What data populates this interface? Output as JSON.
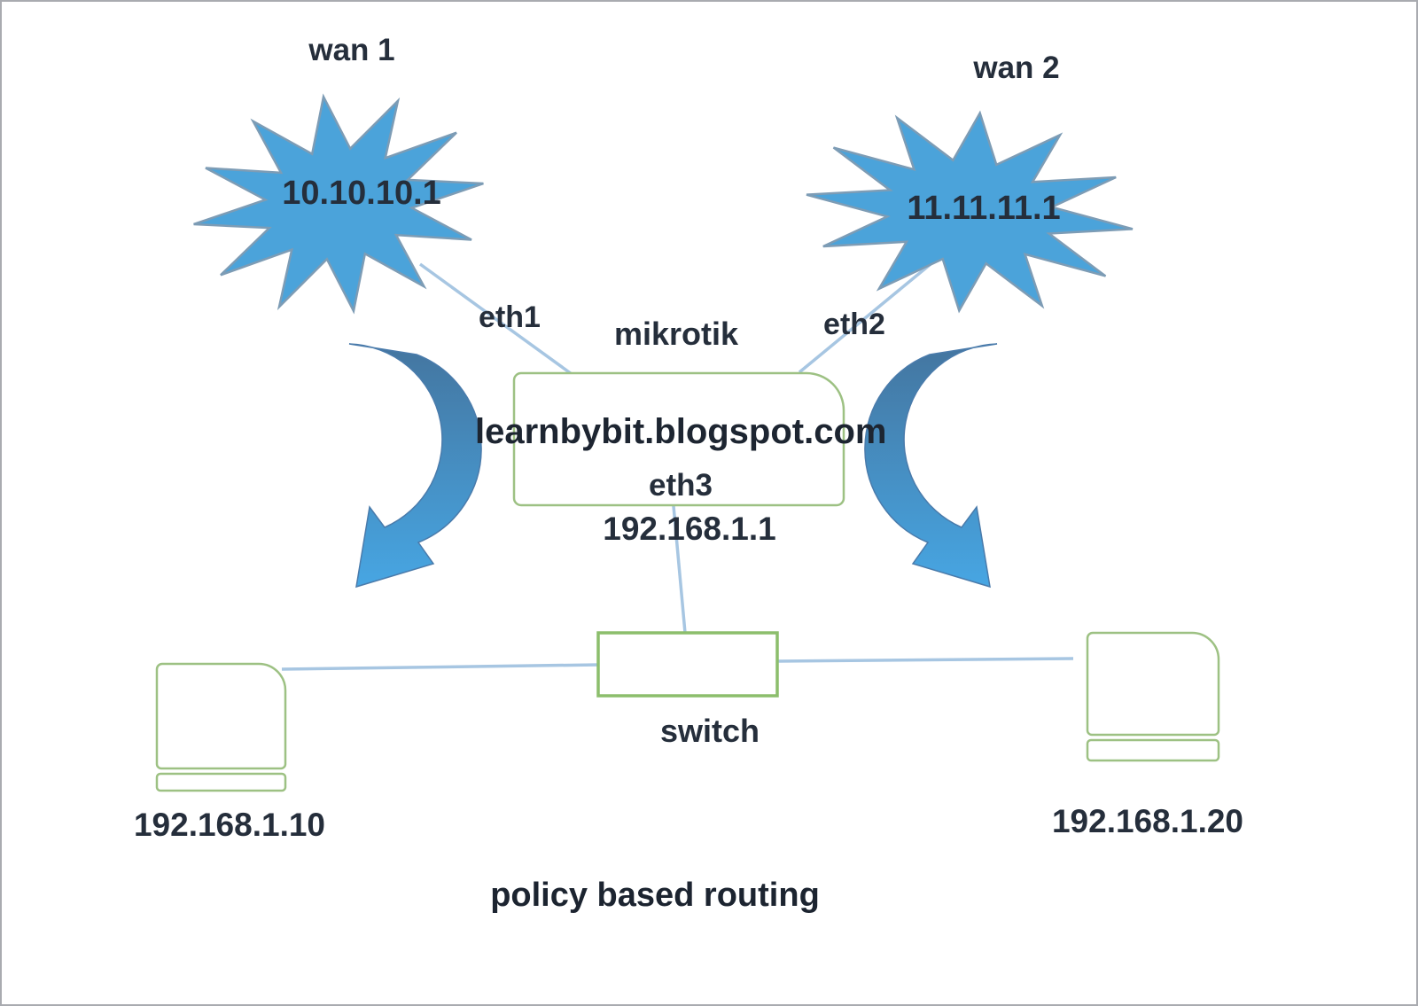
{
  "diagram_title": "policy based routing",
  "nodes": {
    "wan1": {
      "label": "wan 1",
      "ip": "10.10.10.1"
    },
    "wan2": {
      "label": "wan 2",
      "ip": "11.11.11.1"
    },
    "router": {
      "label": "mikrotik",
      "hostname": "learnbybit.blogspot.com",
      "interfaces": {
        "eth1": "eth1",
        "eth2": "eth2",
        "eth3": "eth3"
      },
      "lan_ip": "192.168.1.1"
    },
    "switch": {
      "label": "switch"
    },
    "pc_left": {
      "ip": "192.168.1.10"
    },
    "pc_right": {
      "ip": "192.168.1.20"
    }
  },
  "icons": {
    "wan1": "starburst-cloud-icon",
    "wan2": "starburst-cloud-icon",
    "left_arrow": "curved-arrow-down-left-icon",
    "right_arrow": "curved-arrow-down-right-icon",
    "pc": "desktop-computer-icon"
  },
  "colors": {
    "starburst_fill": "#4BA3DA",
    "starburst_stroke": "#7D9CB5",
    "arrow_gradient_top": "#44759F",
    "arrow_gradient_bottom": "#47A6E3",
    "arrow_stroke": "#4A7BAB",
    "node_border_green": "#9DC183",
    "switch_border_green": "#8CBE6C",
    "link_line_blue": "#A7C6E2",
    "text_color": "#252E3B"
  }
}
